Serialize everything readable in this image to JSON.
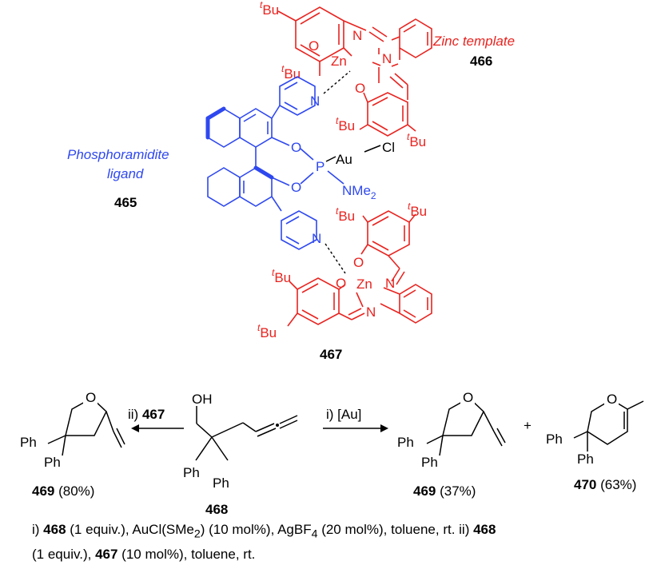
{
  "catalyst": {
    "zinc_title": "Zinc template",
    "zinc_top_number": "466",
    "ligand_title_1": "Phosphoramidite",
    "ligand_title_2": "ligand",
    "ligand_number": "465",
    "zinc_bottom_number": "467",
    "tbu_t": "t",
    "tbu_bu": "Bu",
    "atoms": {
      "N": "N",
      "O": "O",
      "Zn": "Zn",
      "P": "P",
      "Au": "Au",
      "Cl": "Cl",
      "NMe2": "NMe",
      "NMe2_sub": "2",
      "O_minus": "O"
    }
  },
  "reaction": {
    "substrate_number": "468",
    "substrate_OH": "OH",
    "Ph": "Ph",
    "O": "O",
    "left_arrow_label_prefix": "ii) ",
    "left_arrow_label_bold": "467",
    "right_arrow_label": "i) [Au]",
    "plus": "+",
    "product_left_number": "469",
    "product_left_yield": " (80%)",
    "product_mid_number": "469",
    "product_mid_yield": " (37%)",
    "product_right_number": "470",
    "product_right_yield": " (63%)"
  },
  "conditions": {
    "i_prefix": "i) ",
    "i_compound": "468",
    "i_text_a": " (1 equiv.), AuCl(SMe",
    "i_sub_a": "2",
    "i_text_b": ") (10 mol%), AgBF",
    "i_sub_b": "4",
    "i_text_c": " (20 mol%), toluene, rt. ii) ",
    "ii_compound": "468",
    "ii_text_a": "(1 equiv.), ",
    "ii_catalyst": "467",
    "ii_text_b": " (10 mol%), toluene, rt."
  },
  "colors": {
    "zinc": "#e8231f",
    "ligand": "#2e48ef",
    "text": "#000000"
  }
}
